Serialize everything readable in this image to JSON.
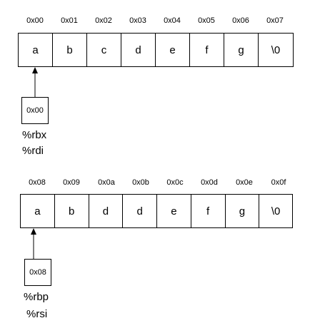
{
  "diagram_1": {
    "addresses": [
      "0x00",
      "0x01",
      "0x02",
      "0x03",
      "0x04",
      "0x05",
      "0x06",
      "0x07"
    ],
    "cells": [
      "a",
      "b",
      "c",
      "d",
      "e",
      "f",
      "g",
      "\\0"
    ],
    "pointer_value": "0x00",
    "registers": [
      "%rbx",
      "%rdi"
    ]
  },
  "diagram_2": {
    "addresses": [
      "0x08",
      "0x09",
      "0x0a",
      "0x0b",
      "0x0c",
      "0x0d",
      "0x0e",
      "0x0f"
    ],
    "cells": [
      "a",
      "b",
      "d",
      "d",
      "e",
      "f",
      "g",
      "\\0"
    ],
    "pointer_value": "0x08",
    "registers": [
      "%rbp",
      "%rsi"
    ]
  }
}
